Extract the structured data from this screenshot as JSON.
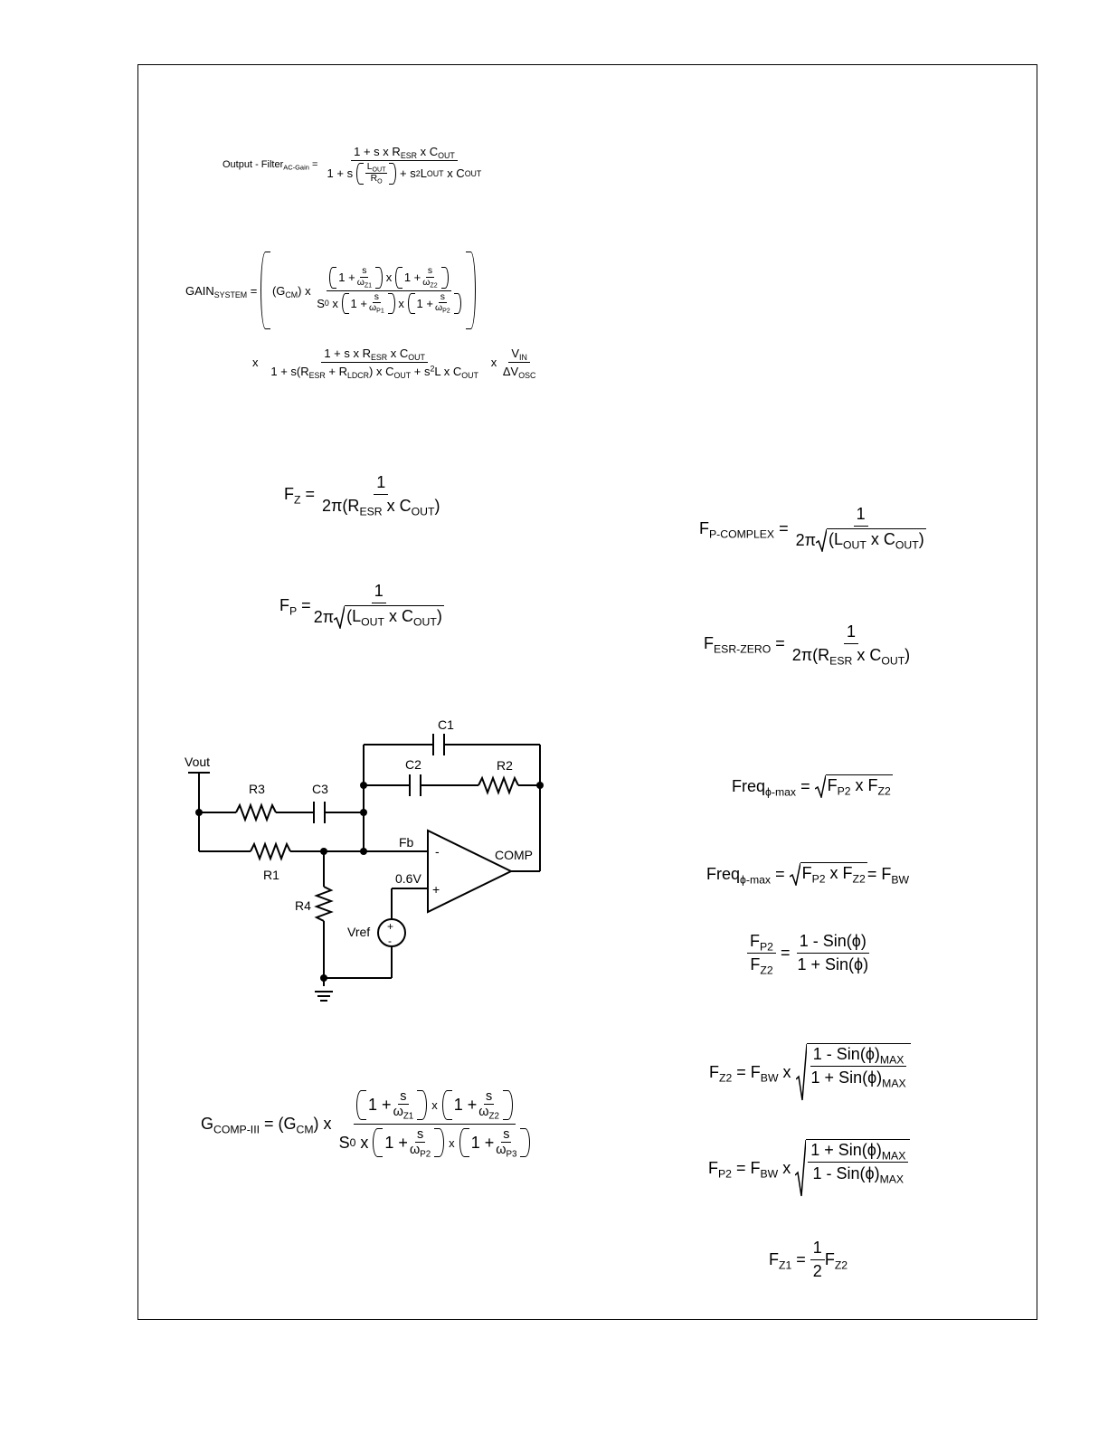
{
  "equations": {
    "output_filter": {
      "lhs": "Output - Filter",
      "lhs_sub": "AC-Gain",
      "num": "1 + s x R",
      "esr": "ESR",
      "x_c": "x C",
      "out": "OUT",
      "den_a": "1 + s",
      "l": "L",
      "r": "R",
      "o": "O",
      "den_b": "+ s",
      "two": "2"
    },
    "gain_system": {
      "lhs": "GAIN",
      "lhs_sub": "SYSTEM",
      "gcm": "(G",
      "cm": "CM",
      "gcm_close": ") x",
      "one_plus": "1 +",
      "s": "s",
      "omega": "ω",
      "z1": "Z1",
      "z2": "Z2",
      "p1": "P1",
      "p2": "P2",
      "s0": "S",
      "zero": "0",
      "x": "x",
      "line2_num": "1 + s x R",
      "line2_den_a": "1 + s(R",
      "ldcr": "LDCR",
      "plus_r": " + R",
      "line2_den_b": ") x C",
      "line2_den_c": " + s",
      "line2_den_d": "L x C",
      "vin": "V",
      "in": "IN",
      "dvosc": "ΔV",
      "osc": "OSC"
    },
    "fz": {
      "lhs": "F",
      "sub": "Z",
      "num": "1",
      "den": "2π(R",
      "esr": "ESR",
      "xc": " x C",
      "out": "OUT"
    },
    "fp": {
      "lhs": "F",
      "sub": "P",
      "num": "1",
      "two_pi": "2π",
      "lout": "(L",
      "out": "OUT",
      "xc": " x C"
    },
    "fp_complex": {
      "lhs": "F",
      "sub": "P-COMPLEX",
      "num": "1"
    },
    "fesr_zero": {
      "lhs": "F",
      "sub": "ESR-ZERO",
      "num": "1"
    },
    "freq_max_1": {
      "lhs": "Freq",
      "sub": "ϕ-max",
      "f": "F",
      "p2": "P2",
      "x": " x F",
      "z2": "Z2"
    },
    "freq_max_2": {
      "suffix": " = F",
      "bw": "BW"
    },
    "ratio": {
      "fp2": "F",
      "p2": "P2",
      "fz2": "F",
      "z2": "Z2",
      "num": "1 - Sin(ϕ)",
      "den": "1 + Sin(ϕ)"
    },
    "fz2": {
      "lhs": "F",
      "sub": "Z2",
      "eq": " = F",
      "bw": "BW",
      "x": " x",
      "num": "1 - Sin(ϕ)",
      "den": "1 + Sin(ϕ)",
      "max": "MAX"
    },
    "fp2": {
      "lhs": "F",
      "sub": "P2",
      "eq": " = F",
      "bw": "BW",
      "x": " x",
      "num": "1 + Sin(ϕ)",
      "den": "1 - Sin(ϕ)",
      "max": "MAX"
    },
    "fz1": {
      "lhs": "F",
      "sub": "Z1",
      "num": "1",
      "den": "2",
      "rhs": "F",
      "rhs_sub": "Z2"
    },
    "gcomp": {
      "lhs": "G",
      "sub": "COMP-III",
      "gcm": " = (G",
      "cm": "CM",
      "close": ") x",
      "p3": "P3"
    }
  },
  "schematic": {
    "vout": "Vout",
    "r1": "R1",
    "r2": "R2",
    "r3": "R3",
    "r4": "R4",
    "c1": "C1",
    "c2": "C2",
    "c3": "C3",
    "fb": "Fb",
    "comp": "COMP",
    "vref_v": "0.6V",
    "vref": "Vref",
    "minus": "-",
    "plus": "+"
  }
}
